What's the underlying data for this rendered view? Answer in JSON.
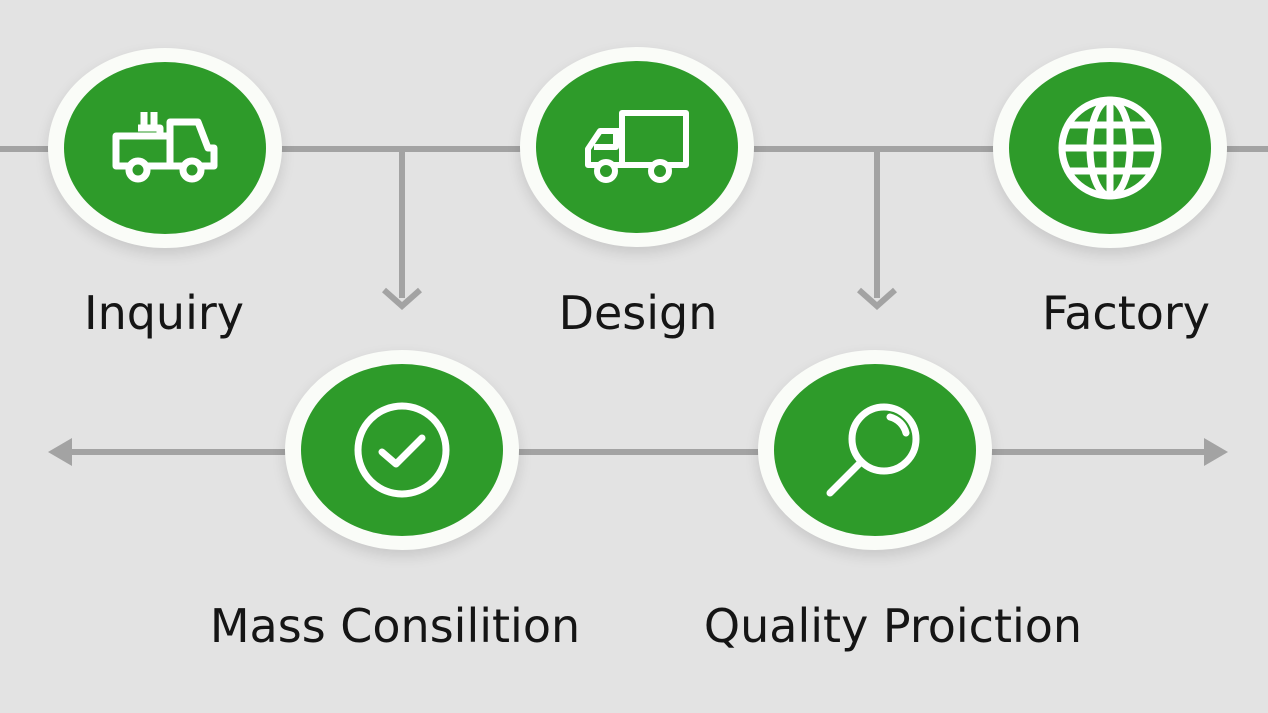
{
  "colors": {
    "accent": "#2e9b2a",
    "line": "#a3a3a3",
    "background": "#e3e3e3"
  },
  "steps": [
    {
      "label": "Inquiry",
      "icon": "truck-icon"
    },
    {
      "label": "Design",
      "icon": "delivery-truck-icon"
    },
    {
      "label": "Factory",
      "icon": "globe-icon"
    },
    {
      "label": "Mass Consilition",
      "icon": "check-circle-icon"
    },
    {
      "label": "Quality Proiction",
      "icon": "magnifier-icon"
    }
  ]
}
